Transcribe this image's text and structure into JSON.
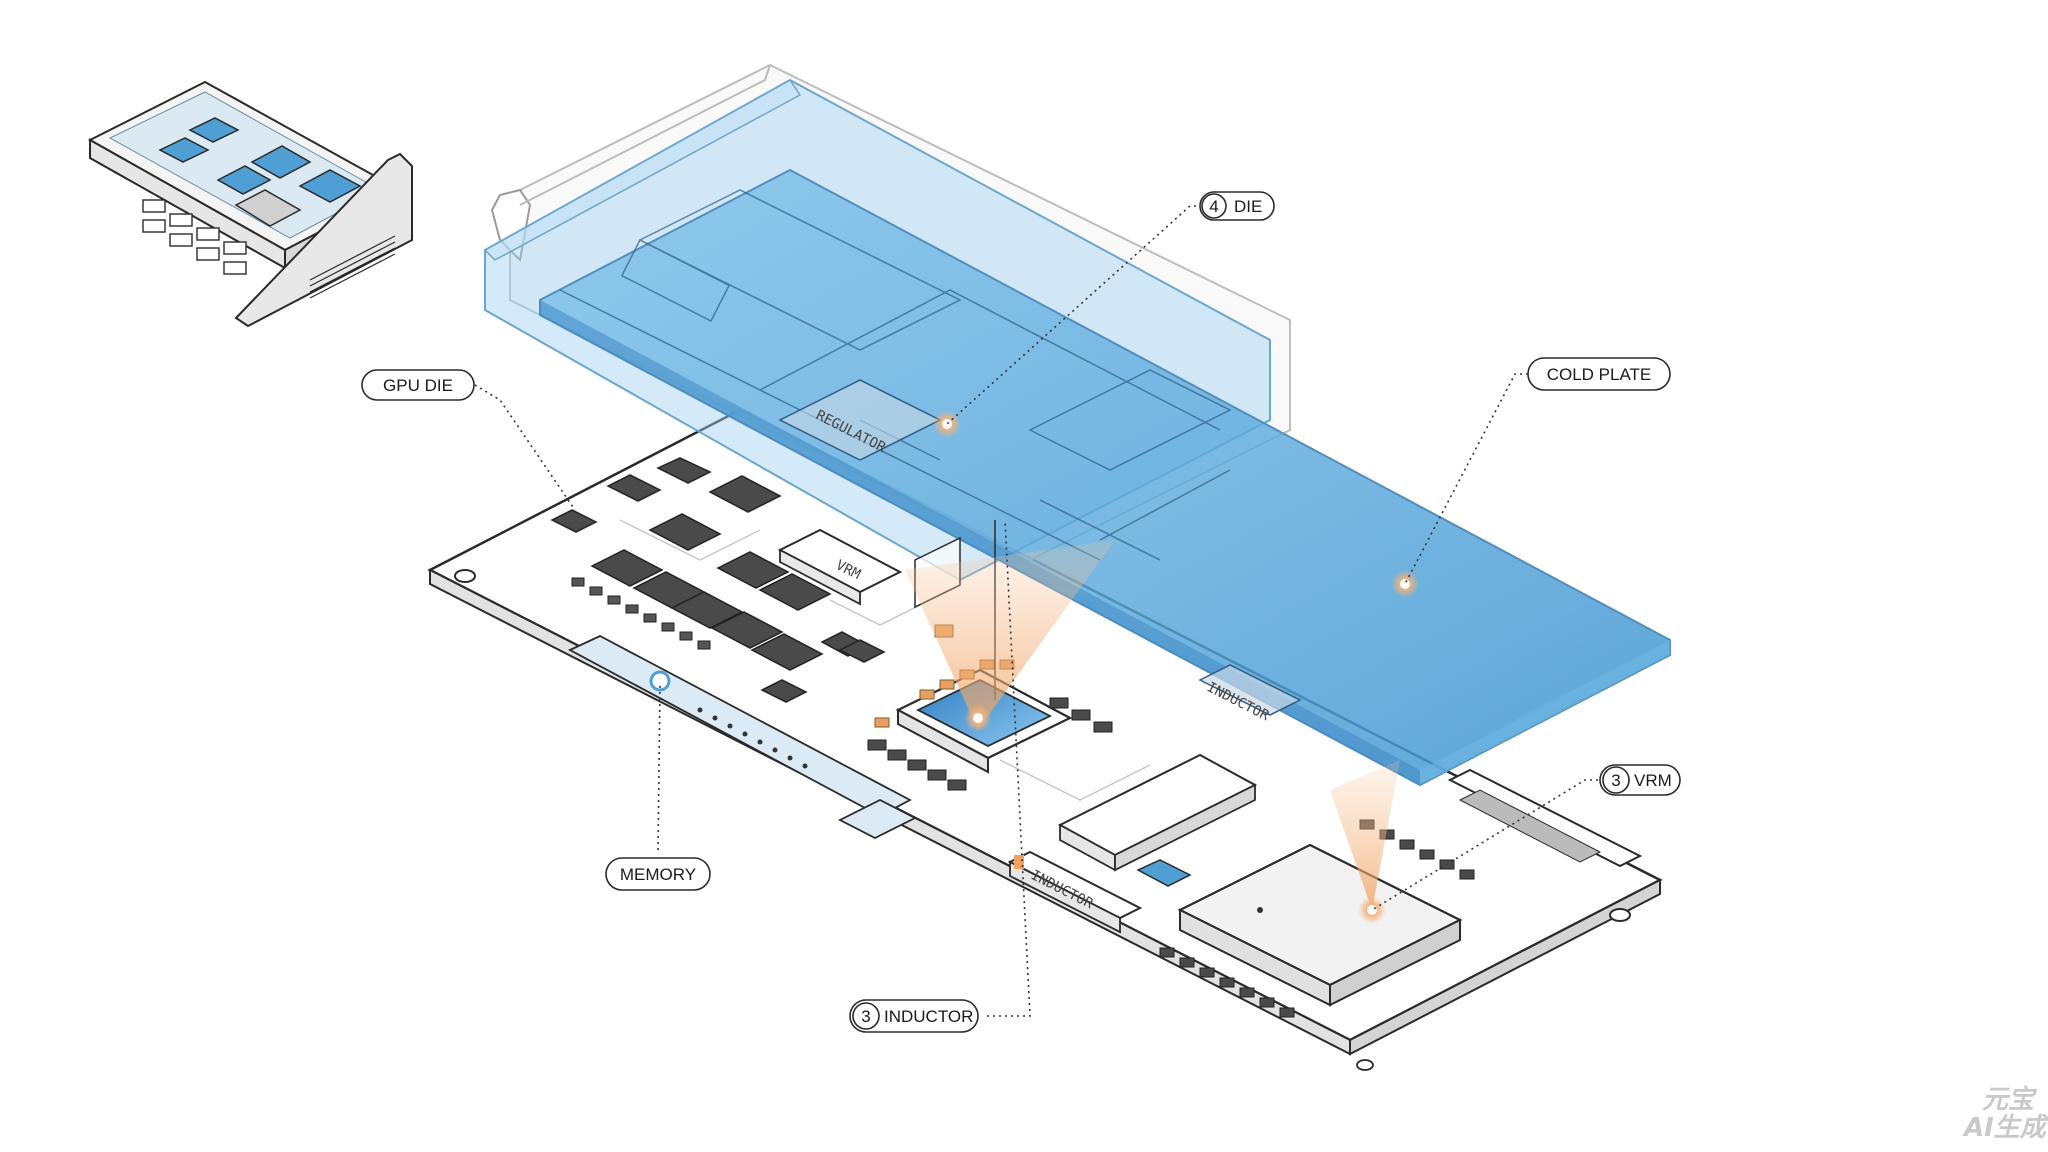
{
  "callouts": {
    "die": {
      "number": "4",
      "label": "DIE"
    },
    "gpu_die": {
      "label": "GPU DIE"
    },
    "cold_plate": {
      "label": "COLD PLATE"
    },
    "vrm": {
      "number": "3",
      "label": "VRM"
    },
    "memory": {
      "label": "MEMORY"
    },
    "inductor": {
      "number": "3",
      "label": "INDUCTOR"
    }
  },
  "silkscreen": {
    "regulator": "REGULATOR",
    "vrm_label": "VRM",
    "inductor_top": "INDUCTOR",
    "inductor_bottom": "INDUCTOR"
  },
  "watermark": {
    "line1": "元宝",
    "line2": "AI生成"
  },
  "colors": {
    "cold_plate": "#4f9fd4",
    "accent_orange": "#f0a060",
    "chip_dark": "#4a4a4a",
    "outline": "#2a2a2a"
  }
}
